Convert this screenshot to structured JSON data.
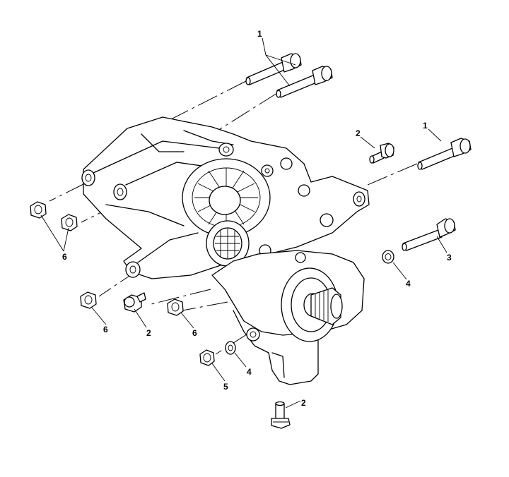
{
  "callouts": {
    "c1_top": "1",
    "c1_right": "1",
    "c2_upper": "2",
    "c2_mid": "2",
    "c2_bottom": "2",
    "c3": "3",
    "c4_right": "4",
    "c4_low": "4",
    "c5": "5",
    "c6_left_pair": "6",
    "c6_left_low": "6",
    "c6_mid": "6"
  }
}
